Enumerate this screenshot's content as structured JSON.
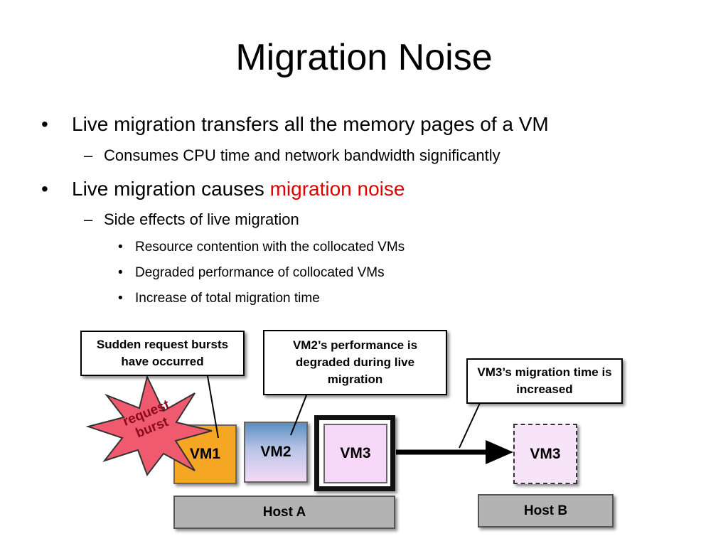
{
  "slide": {
    "title": "Migration Noise",
    "bullets": {
      "b1": "Live migration transfers all the memory pages of a VM",
      "b1_sub1": "Consumes CPU time and network bandwidth significantly",
      "b2_prefix": "Live migration causes ",
      "b2_highlight": "migration noise",
      "b2_sub1": "Side effects of live migration",
      "b2_sub1_items": [
        "Resource contention with the collocated VMs",
        "Degraded performance of collocated VMs",
        "Increase of total migration time"
      ],
      "bullet_symbol": "•",
      "dash_symbol": "–"
    },
    "diagram": {
      "callout_burst": "Sudden request bursts have occurred",
      "callout_vm2": "VM2’s performance is degraded during live migration",
      "callout_vm3": "VM3’s migration time is increased",
      "burst_label": "request burst",
      "vm1": "VM1",
      "vm2": "VM2",
      "vm3": "VM3",
      "vm3_dest": "VM3",
      "host_a": "Host A",
      "host_b": "Host B"
    },
    "colors": {
      "highlight": "#e00000",
      "vm1_fill": "#f5a623",
      "vm2_top": "#5b8fc2",
      "vm2_bottom": "#f6d9f6",
      "vm3_fill": "#f8d8f8",
      "burst_fill": "#ef5a6e",
      "host_fill": "#b3b3b3"
    }
  }
}
